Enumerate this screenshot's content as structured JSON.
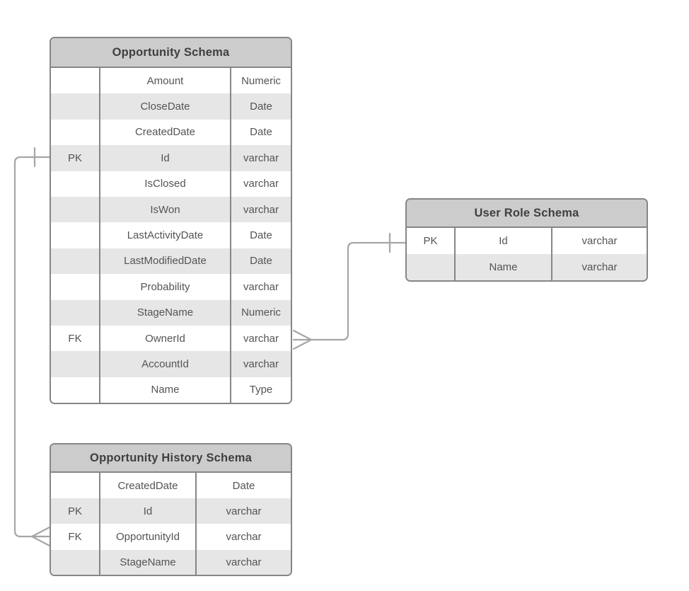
{
  "diagram": {
    "type": "entity-relationship-diagram",
    "background": "#ffffff",
    "colors": {
      "header_fill": "#cccccc",
      "row_alt_fill": "#e6e6e6",
      "row_fill": "#ffffff",
      "border": "#868686",
      "connector": "#a0a0a0",
      "title_text": "#3f3f3f",
      "cell_text": "#545454"
    },
    "entities": [
      {
        "id": "opportunity",
        "title": "Opportunity Schema",
        "rows": [
          {
            "key": "",
            "name": "Amount",
            "type": "Numeric"
          },
          {
            "key": "",
            "name": "CloseDate",
            "type": "Date"
          },
          {
            "key": "",
            "name": "CreatedDate",
            "type": "Date"
          },
          {
            "key": "PK",
            "name": "Id",
            "type": "varchar"
          },
          {
            "key": "",
            "name": "IsClosed",
            "type": "varchar"
          },
          {
            "key": "",
            "name": "IsWon",
            "type": "varchar"
          },
          {
            "key": "",
            "name": "LastActivityDate",
            "type": "Date"
          },
          {
            "key": "",
            "name": "LastModifiedDate",
            "type": "Date"
          },
          {
            "key": "",
            "name": "Probability",
            "type": "varchar"
          },
          {
            "key": "",
            "name": "StageName",
            "type": "Numeric"
          },
          {
            "key": "FK",
            "name": "OwnerId",
            "type": "varchar"
          },
          {
            "key": "",
            "name": "AccountId",
            "type": "varchar"
          },
          {
            "key": "",
            "name": "Name",
            "type": "Type"
          }
        ]
      },
      {
        "id": "userrole",
        "title": "User Role Schema",
        "rows": [
          {
            "key": "PK",
            "name": "Id",
            "type": "varchar"
          },
          {
            "key": "",
            "name": "Name",
            "type": "varchar"
          }
        ]
      },
      {
        "id": "opphistory",
        "title": "Opportunity History Schema",
        "rows": [
          {
            "key": "",
            "name": "CreatedDate",
            "type": "Date"
          },
          {
            "key": "PK",
            "name": "Id",
            "type": "varchar"
          },
          {
            "key": "FK",
            "name": "OpportunityId",
            "type": "varchar"
          },
          {
            "key": "",
            "name": "StageName",
            "type": "varchar"
          }
        ]
      }
    ],
    "relationships": [
      {
        "id": "opportunity-to-opphistory",
        "from_entity": "Opportunity Schema",
        "from_field": "Id",
        "from_cardinality": "one",
        "to_entity": "Opportunity History Schema",
        "to_field": "OpportunityId",
        "to_cardinality": "many"
      },
      {
        "id": "userrole-to-opportunity",
        "from_entity": "User Role Schema",
        "from_field": "Id",
        "from_cardinality": "one",
        "to_entity": "Opportunity Schema",
        "to_field": "OwnerId",
        "to_cardinality": "many"
      }
    ]
  }
}
